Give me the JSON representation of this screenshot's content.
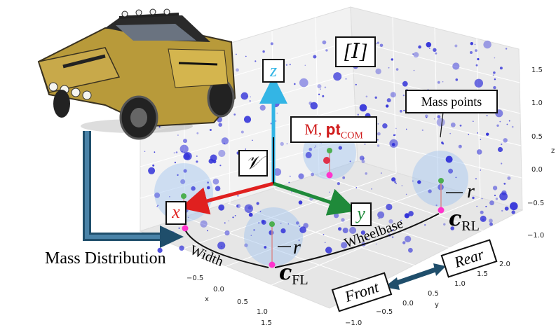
{
  "labels": {
    "inertia": "[𝐼]",
    "z_axis": "z",
    "x_axis": "x",
    "y_axis": "y",
    "vehicle_frame": "𝒱",
    "com": "M, 𝐩𝐭",
    "com_sub": "COM",
    "mass_points": "Mass points",
    "radius_front": "r",
    "radius_rear": "r",
    "contact_fl": "𝒄",
    "contact_fl_sub": "FL",
    "contact_rl": "𝒄",
    "contact_rl_sub": "RL",
    "width": "Width",
    "wheelbase": "Wheelbase",
    "mass_distribution": "Mass Distribution",
    "front": "Front",
    "rear": "Rear"
  },
  "axes3d": {
    "z_ticks": [
      "1.5",
      "1.0",
      "0.5",
      "0.0",
      "−0.5",
      "−1.0"
    ],
    "z_label": "z",
    "x_ticks": [
      "−0.5",
      "0.0",
      "0.5",
      "1.0",
      "1.5"
    ],
    "x_label": "x",
    "y_ticks": [
      "−1.0",
      "−0.5",
      "0.0",
      "0.5",
      "1.0",
      "1.5",
      "2.0"
    ],
    "y_label": "y"
  },
  "colors": {
    "axis_x": "#e0201f",
    "axis_y": "#1f8a3a",
    "axis_z": "#33b5e5",
    "points": "#2e2ed8",
    "contact": "#ff33cc",
    "wheel_center": "#4caf50",
    "arrow": "#1f4e6b"
  },
  "icons": {
    "vehicle": "truck-image"
  }
}
